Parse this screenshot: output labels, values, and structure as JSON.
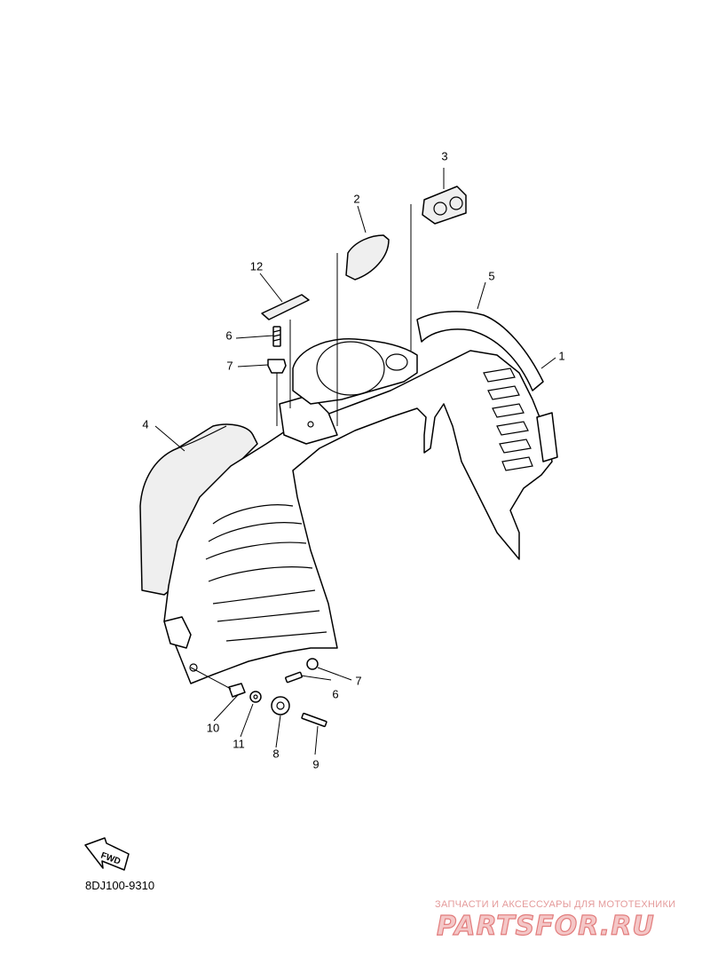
{
  "diagram": {
    "part_code": "8DJ100-9310",
    "fwd_label": "FWD",
    "callouts": [
      "1",
      "2",
      "3",
      "4",
      "5",
      "6",
      "7",
      "12",
      "6",
      "7",
      "10",
      "11",
      "8",
      "9"
    ]
  },
  "watermark": {
    "tagline": "ЗАПЧАСТИ И АКСЕССУАРЫ ДЛЯ МОТОТЕХНИКИ",
    "logo_text": "PARTSFOR.RU"
  },
  "colors": {
    "line": "#000000",
    "background": "#ffffff",
    "watermark": "#e27c7c"
  }
}
